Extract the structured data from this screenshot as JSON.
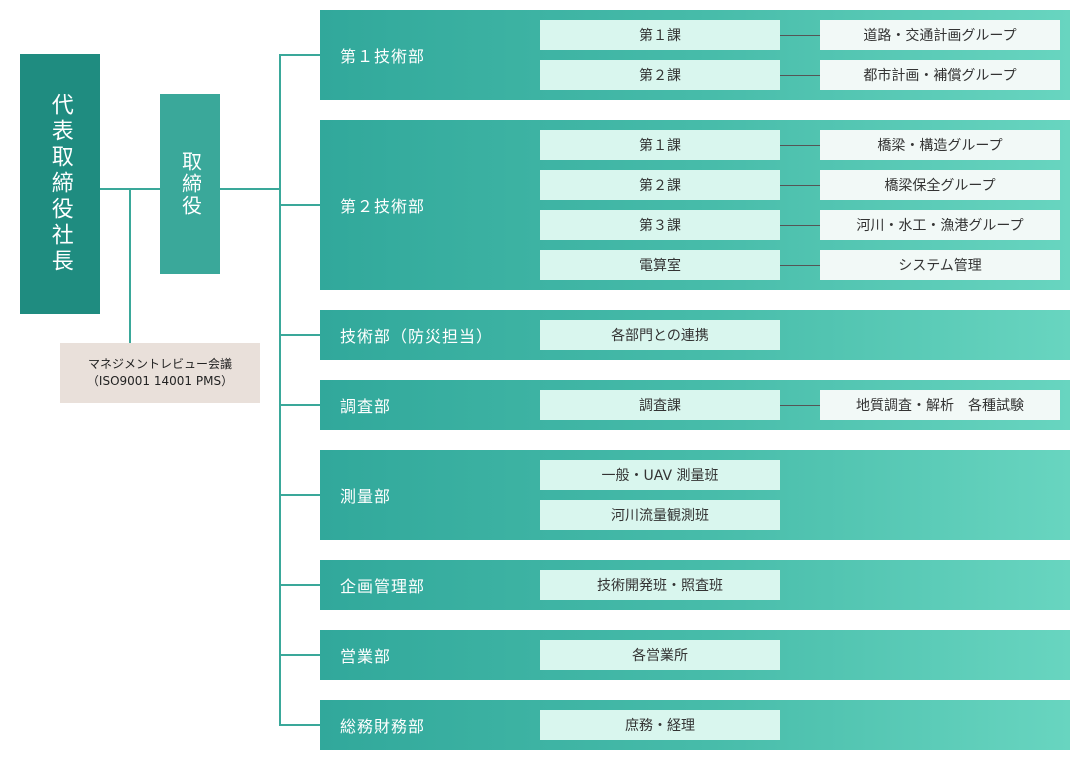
{
  "ceo_label": "代表取締役社長",
  "director_label": "取締役",
  "meeting": {
    "line1": "マネジメントレビュー会議",
    "line2": "（ISO9001 14001 PMS）"
  },
  "departments": [
    {
      "name": "第１技術部",
      "sections": [
        {
          "name": "第１課",
          "group": "道路・交通計画グループ"
        },
        {
          "name": "第２課",
          "group": "都市計画・補償グループ"
        }
      ]
    },
    {
      "name": "第２技術部",
      "sections": [
        {
          "name": "第１課",
          "group": "橋梁・構造グループ"
        },
        {
          "name": "第２課",
          "group": "橋梁保全グループ"
        },
        {
          "name": "第３課",
          "group": "河川・水工・漁港グループ"
        },
        {
          "name": "電算室",
          "group": "システム管理"
        }
      ]
    },
    {
      "name": "技術部（防災担当）",
      "sections": [
        {
          "name": "各部門との連携"
        }
      ]
    },
    {
      "name": "調査部",
      "sections": [
        {
          "name": "調査課",
          "group": "地質調査・解析　各種試験"
        }
      ]
    },
    {
      "name": "測量部",
      "sections": [
        {
          "name": "一般・UAV 測量班"
        },
        {
          "name": "河川流量観測班"
        }
      ]
    },
    {
      "name": "企画管理部",
      "sections": [
        {
          "name": "技術開発班・照査班"
        }
      ]
    },
    {
      "name": "営業部",
      "sections": [
        {
          "name": "各営業所"
        }
      ]
    },
    {
      "name": "総務財務部",
      "sections": [
        {
          "name": "庶務・経理"
        }
      ]
    }
  ]
}
